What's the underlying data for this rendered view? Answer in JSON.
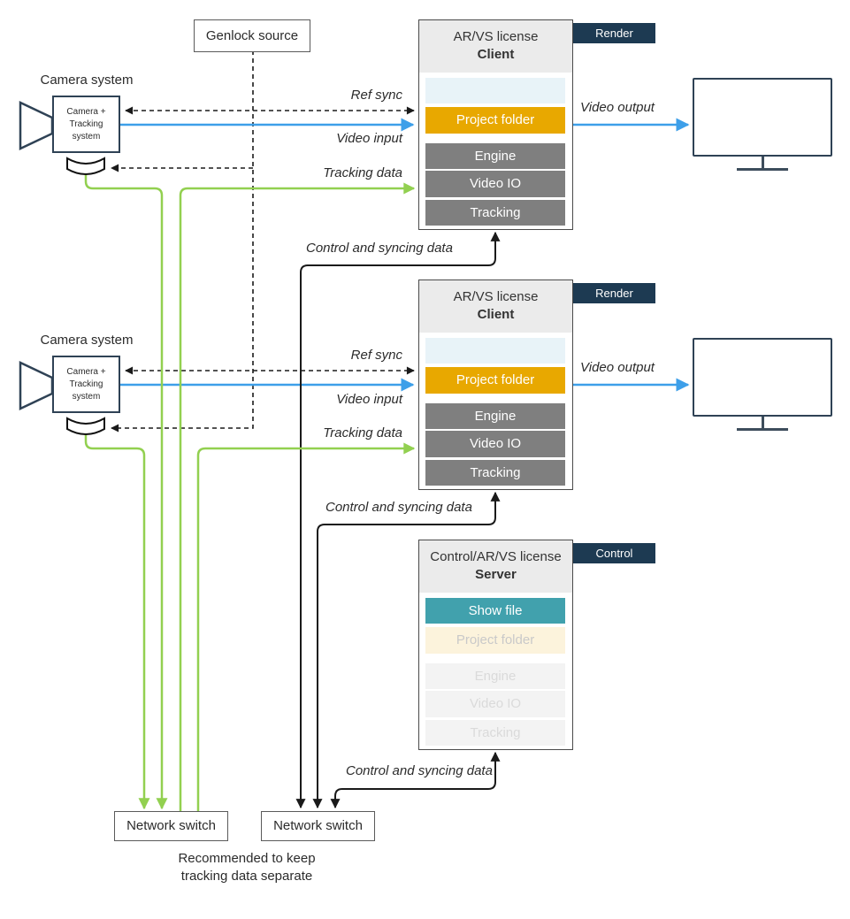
{
  "colors": {
    "video_blue": "#3d9fe9",
    "tracking_green": "#92d050",
    "project_folder_orange": "#e8a800",
    "show_file_teal": "#41a1ad",
    "tag_navy": "#1d3a52",
    "module_gray": "#7f7f7f",
    "header_gray": "#ebebeb"
  },
  "genlock": {
    "label": "Genlock source"
  },
  "cameras": [
    {
      "title": "Camera system",
      "body_lines": [
        "Camera +",
        "Tracking",
        "system"
      ]
    },
    {
      "title": "Camera system",
      "body_lines": [
        "Camera +",
        "Tracking",
        "system"
      ]
    }
  ],
  "clients": [
    {
      "license": "AR/VS license",
      "role": "Client",
      "tag": "Render",
      "rows": [
        {
          "label": ""
        },
        {
          "label": "Project folder"
        },
        {
          "label": "Engine"
        },
        {
          "label": "Video IO"
        },
        {
          "label": "Tracking"
        }
      ]
    },
    {
      "license": "AR/VS license",
      "role": "Client",
      "tag": "Render",
      "rows": [
        {
          "label": ""
        },
        {
          "label": "Project folder"
        },
        {
          "label": "Engine"
        },
        {
          "label": "Video IO"
        },
        {
          "label": "Tracking"
        }
      ]
    }
  ],
  "server": {
    "license": "Control/AR/VS license",
    "role": "Server",
    "tag": "Control",
    "rows": [
      {
        "label": "Show file"
      },
      {
        "label": "Project folder"
      },
      {
        "label": "Engine"
      },
      {
        "label": "Video IO"
      },
      {
        "label": "Tracking"
      }
    ]
  },
  "switches": [
    {
      "label": "Network switch"
    },
    {
      "label": "Network switch"
    }
  ],
  "note": {
    "lines": [
      "Recommended to keep",
      "tracking data separate"
    ]
  },
  "labels": {
    "ref_sync": "Ref sync",
    "video_input": "Video input",
    "tracking_data": "Tracking data",
    "video_output": "Video output",
    "control_syncing": "Control and syncing data"
  }
}
